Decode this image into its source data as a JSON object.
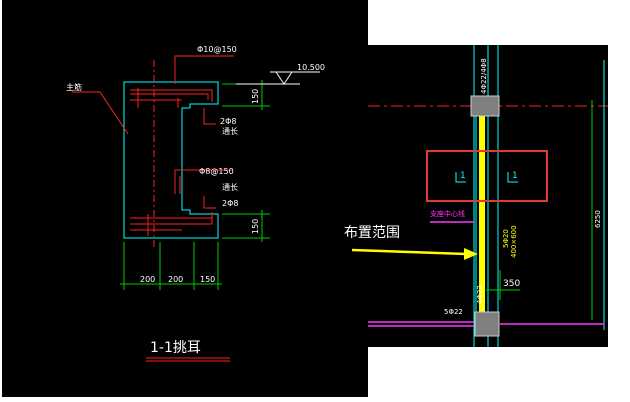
{
  "left": {
    "rebar_top": "Φ10@150",
    "elevation": "10.500",
    "label_zhujin": "主筋",
    "dim_150_top": "150",
    "bar_2c8_top": "2Φ8",
    "label_tongchang_top": "通长",
    "rebar_mid": "Φ8@150",
    "label_tongchang_mid": "通长",
    "bar_2c8_bot": "2Φ8",
    "dim_150_bot": "150",
    "dim_200_a": "200",
    "dim_200_b": "200",
    "dim_150_c": "150",
    "title": "1-1挑耳"
  },
  "right": {
    "top_vertical": "4Φ22/4Φ8",
    "section_mark_left": "1",
    "section_mark_right": "1",
    "dim_6250": "6250",
    "support_center": "支座中心线",
    "beam_mid": "5Φ20",
    "beam_size": "400×600",
    "dim_350": "350",
    "bottom_vertical": "4Φ22",
    "bottom_bar": "5Φ22"
  },
  "annotation": {
    "range_label": "布置范围"
  },
  "colors": {
    "background": "#000000",
    "cyan": "#00ffff",
    "red": "#ff2020",
    "green": "#00cc00",
    "white": "#ffffff",
    "magenta": "#ff33ff",
    "yellow": "#ffff00",
    "box_red": "#e53935"
  }
}
